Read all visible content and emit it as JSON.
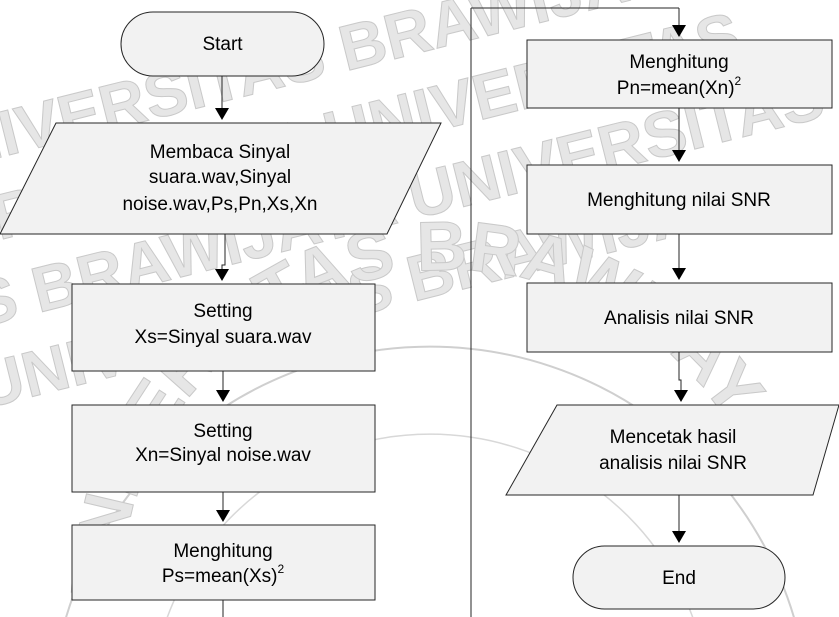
{
  "watermark": {
    "rows": [
      "UNIVERSITAS BRAWIJAYA",
      "BRAWIJAYA UNIVERSITAS",
      "AS BRAWIJAYA UNIVERSITAS",
      "UNIVERSITAS BRAWIJAYA"
    ],
    "arc_text": "UNIVERSITAS BRAWIJAYA"
  },
  "nodes": {
    "start": [
      "Start"
    ],
    "read_input": [
      "Membaca Sinyal",
      "suara.wav,Sinyal",
      "noise.wav,Ps,Pn,Xs,Xn"
    ],
    "setting_xs": [
      "Setting",
      "Xs=Sinyal suara.wav"
    ],
    "setting_xn": [
      "Setting",
      "Xn=Sinyal noise.wav"
    ],
    "compute_ps": [
      "Menghitung",
      "Ps=mean(Xs)"
    ],
    "compute_pn": [
      "Menghitung",
      "Pn=mean(Xn)"
    ],
    "compute_snr": [
      "Menghitung nilai SNR"
    ],
    "analyze_snr": [
      "Analisis nilai SNR"
    ],
    "print_result": [
      "Mencetak hasil",
      "analisis nilai SNR"
    ],
    "end": [
      "End"
    ]
  },
  "superscripts": {
    "compute_ps": "2",
    "compute_pn": "2"
  }
}
